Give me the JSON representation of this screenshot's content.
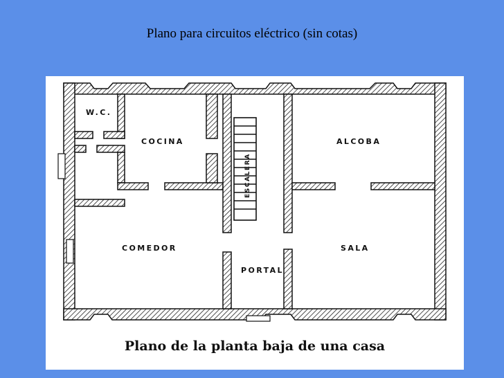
{
  "slide": {
    "title": "Plano para circuitos eléctrico (sin cotas)"
  },
  "plan": {
    "caption": "Plano de la planta baja de una casa",
    "rooms": {
      "wc": "W.C.",
      "cocina": "COCINA",
      "escalera": "ESCALERA",
      "alcoba": "ALCOBA",
      "comedor": "COMEDOR",
      "portal": "PORTAL",
      "sala": "SALA"
    }
  },
  "colors": {
    "slide_background": "#5b8fe8",
    "plan_background": "#ffffff",
    "ink": "#111111"
  }
}
